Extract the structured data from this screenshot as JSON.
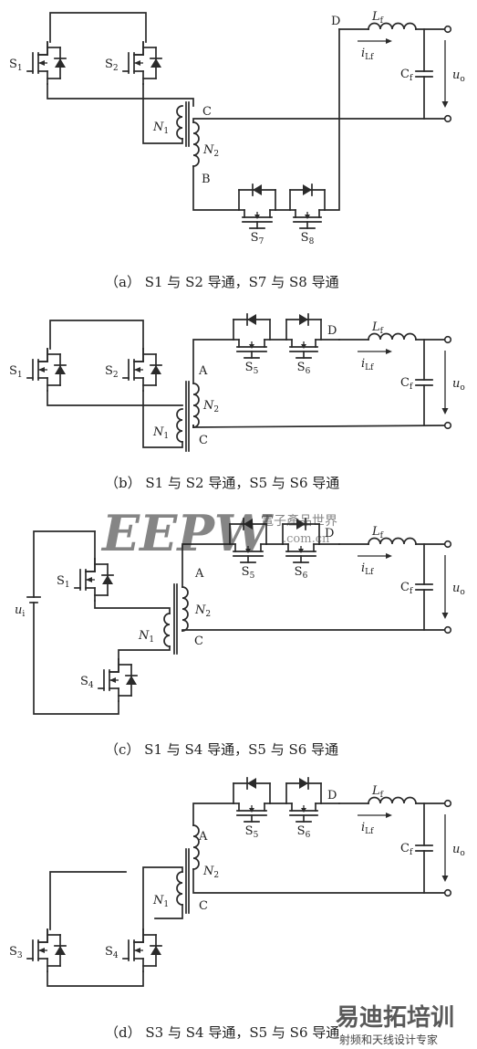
{
  "panels": [
    {
      "caption": "（a） S1 与 S2 导通，S7 与 S8 导通",
      "switches": {
        "left_a": "S1",
        "left_b": "S2",
        "sec_a": "S7",
        "sec_b": "S8"
      },
      "transformer": {
        "primary": "N1",
        "secondary": "N2"
      },
      "nodes": {
        "top": "C",
        "bottom": "B",
        "output": "D"
      },
      "filter": {
        "inductor": "Lf",
        "current": "iLf",
        "capacitor": "Cf",
        "voltage": "uo"
      }
    },
    {
      "caption": "（b） S1 与 S2 导通，S5 与 S6 导通",
      "switches": {
        "left_a": "S1",
        "left_b": "S2",
        "sec_a": "S5",
        "sec_b": "S6"
      },
      "transformer": {
        "primary": "N1",
        "secondary": "N2"
      },
      "nodes": {
        "top": "A",
        "bottom": "C",
        "output": "D"
      },
      "filter": {
        "inductor": "Lf",
        "current": "iLf",
        "capacitor": "Cf",
        "voltage": "uo"
      }
    },
    {
      "caption": "（c） S1 与 S4 导通，S5 与 S6 导通",
      "switches": {
        "left_a": "S1",
        "left_b": "S4",
        "sec_a": "S5",
        "sec_b": "S6"
      },
      "source": "ui",
      "transformer": {
        "primary": "N1",
        "secondary": "N2"
      },
      "nodes": {
        "top": "A",
        "bottom": "C",
        "output": "D"
      },
      "filter": {
        "inductor": "Lf",
        "current": "iLf",
        "capacitor": "Cf",
        "voltage": "uo"
      }
    },
    {
      "caption": "（d） S3 与 S4 导通，S5 与 S6 导通",
      "switches": {
        "left_a": "S3",
        "left_b": "S4",
        "sec_a": "S5",
        "sec_b": "S6"
      },
      "transformer": {
        "primary": "N1",
        "secondary": "N2"
      },
      "nodes": {
        "top": "A",
        "bottom": "C",
        "output": "D"
      },
      "filter": {
        "inductor": "Lf",
        "current": "iLf",
        "capacitor": "Cf",
        "voltage": "uo"
      }
    }
  ],
  "watermarks": {
    "eepw": "EEPW",
    "eepw_cn": "電子產品世界",
    "eepw_dom": ".com.cn",
    "site": "易迪拓培训",
    "site_sub": "射频和天线设计专家"
  }
}
